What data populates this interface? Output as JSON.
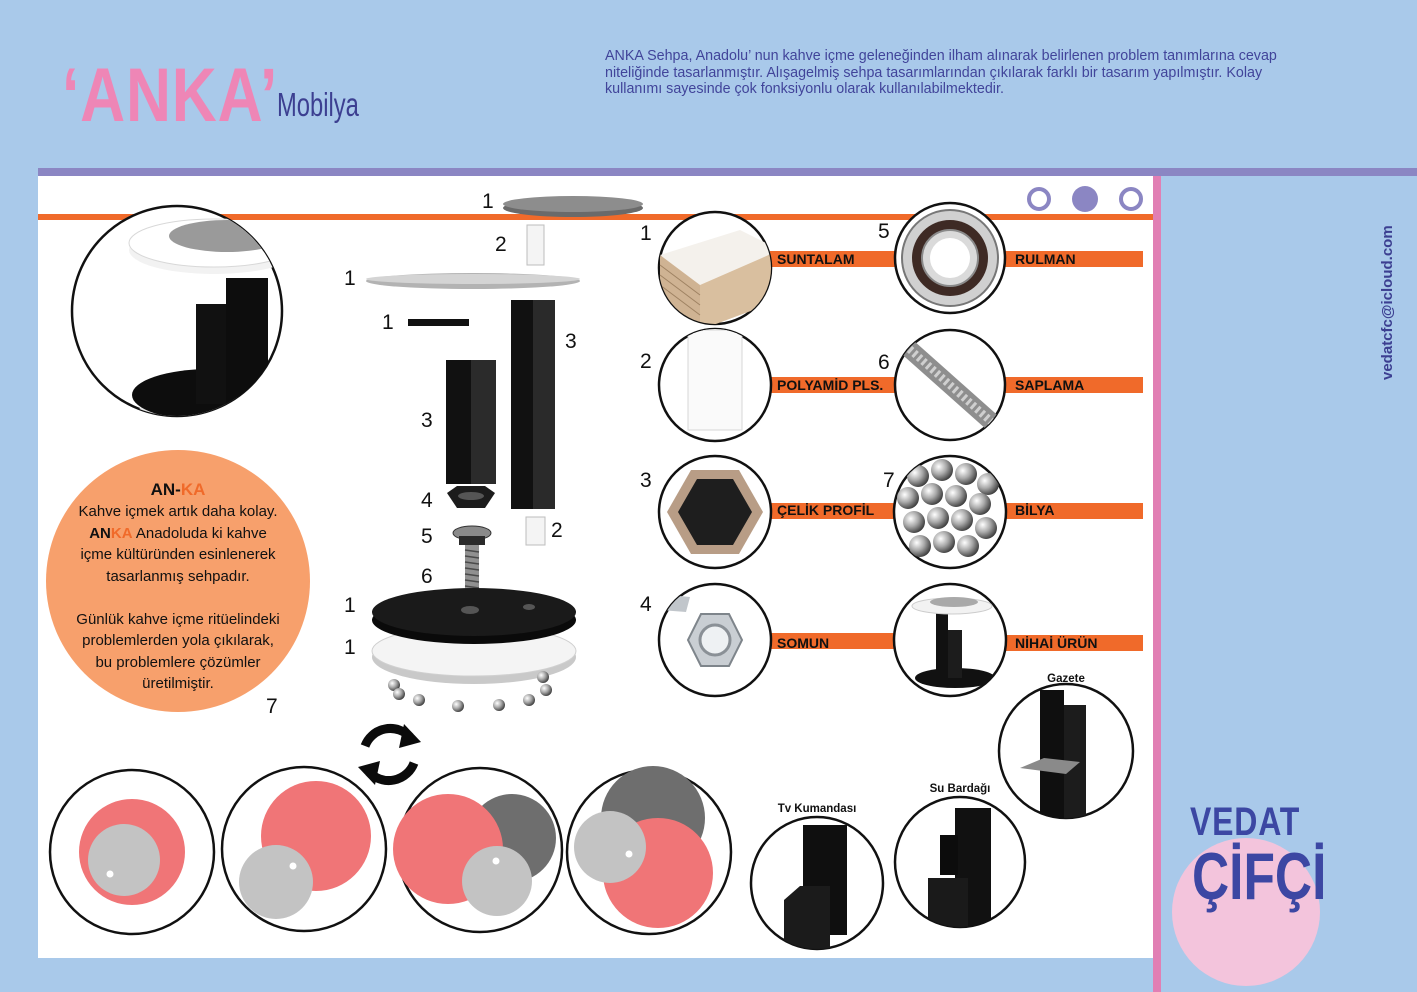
{
  "header": {
    "brand": "‘ANKA’",
    "subtitle": "Mobilya",
    "intro_lines": [
      "ANKA Sehpa, Anadolu’ nun kahve içme geleneğinden ilham alınarak belirlenen problem tanımlarına cevap",
      "niteliğinde tasarlanmıştır. Alışagelmiş sehpa tasarımlarından çıkılarak farklı bir tasarım yapılmıştır. Kolay",
      "kullanımı sayesinde çok fonksiyonlu olarak kullanılabilmektedir."
    ]
  },
  "contact": {
    "email": "vedatcfc@icloud.com"
  },
  "designer": {
    "first": "VEDAT",
    "last": "ÇİFÇİ"
  },
  "bubble": {
    "title_an": "AN-",
    "title_ka": "KA",
    "line1": "Kahve içmek artık daha kolay.",
    "line2_an": "AN",
    "line2_ka": "KA",
    "line2_rest": " Anadoluda ki kahve",
    "line3": "içme kültüründen esinlenerek",
    "line4": "tasarlanmış sehpadır.",
    "line5": "Günlük kahve içme ritüelindeki",
    "line6": "problemlerden yola çıkılarak,",
    "line7": "bu problemlere çözümler",
    "line8": "üretilmiştir.",
    "number": "7"
  },
  "exploded_labels": [
    "1",
    "2",
    "1",
    "1",
    "3",
    "3",
    "4",
    "2",
    "5",
    "6",
    "1",
    "1"
  ],
  "materials": [
    {
      "number": "1",
      "label": "SUNTALAM"
    },
    {
      "number": "2",
      "label": "POLYAMİD PLS."
    },
    {
      "number": "3",
      "label": "ÇELİK PROFİL"
    },
    {
      "number": "4",
      "label": "SOMUN"
    },
    {
      "number": "5",
      "label": "RULMAN"
    },
    {
      "number": "6",
      "label": "SAPLAMA"
    },
    {
      "number": "7",
      "label": "BİLYA"
    },
    {
      "number": "",
      "label": "NİHAİ ÜRÜN"
    }
  ],
  "uses": [
    {
      "label": "Gazete"
    },
    {
      "label": "Su Bardağı"
    },
    {
      "label": "Tv Kumandası"
    }
  ],
  "colors": {
    "background": "#a9c9ea",
    "accent_orange": "#f06a2a",
    "brand_pink": "#ee86b6",
    "navy": "#3c3f91",
    "bubble": "#f7a06c",
    "coral": "#f07577",
    "grey": "#c3c3c3"
  },
  "icons": [
    "rotate-arrows-icon",
    "circle-outline-icon",
    "circle-filled-icon"
  ]
}
